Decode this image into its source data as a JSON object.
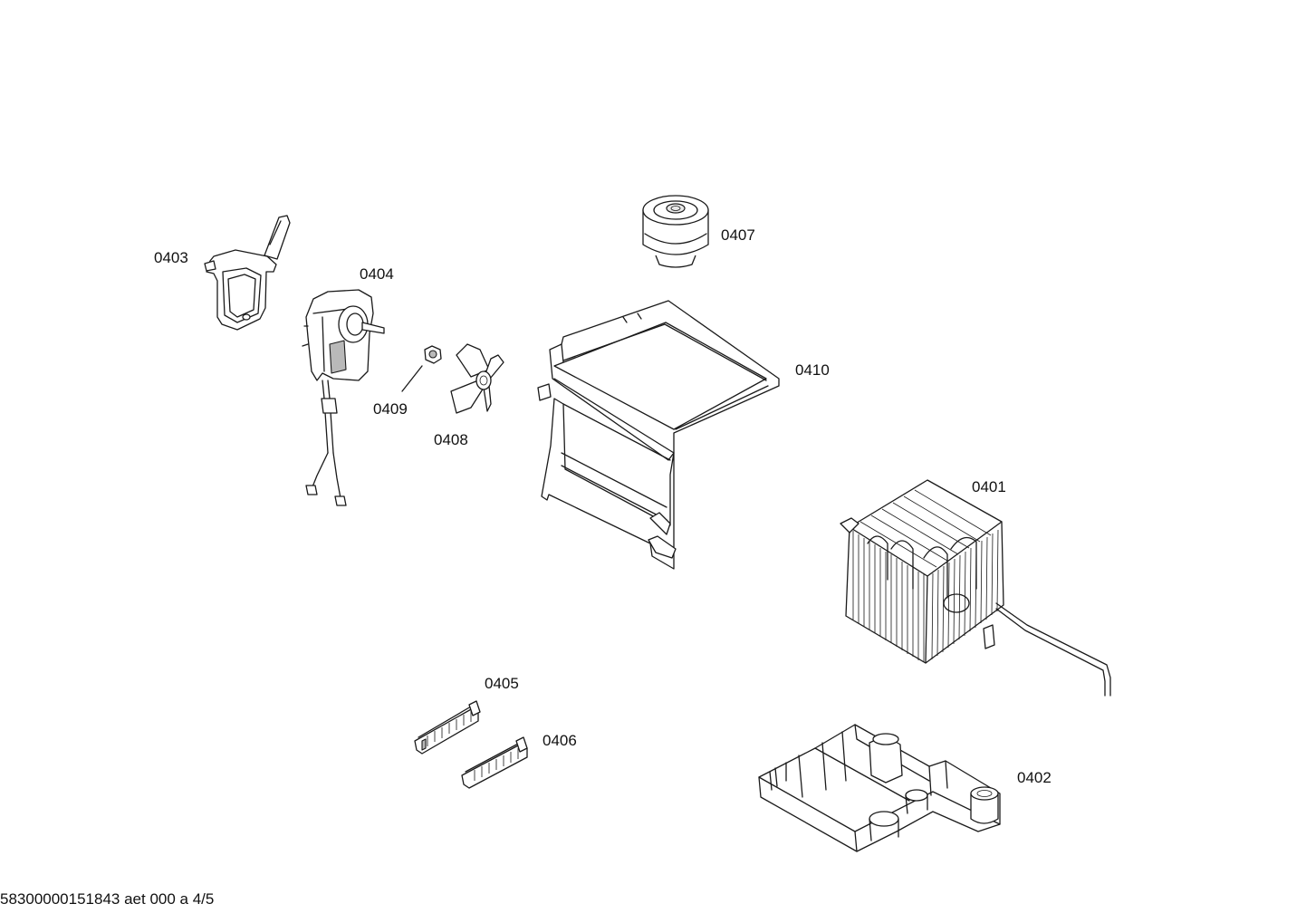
{
  "diagram": {
    "parts": [
      {
        "id": "p0403",
        "number": "0403"
      },
      {
        "id": "p0404",
        "number": "0404"
      },
      {
        "id": "p0407",
        "number": "0407"
      },
      {
        "id": "p0410",
        "number": "0410"
      },
      {
        "id": "p0409",
        "number": "0409"
      },
      {
        "id": "p0408",
        "number": "0408"
      },
      {
        "id": "p0401",
        "number": "0401"
      },
      {
        "id": "p0405",
        "number": "0405"
      },
      {
        "id": "p0406",
        "number": "0406"
      },
      {
        "id": "p0402",
        "number": "0402"
      }
    ],
    "footer": "58300000151843 aet 000 a 4/5"
  }
}
